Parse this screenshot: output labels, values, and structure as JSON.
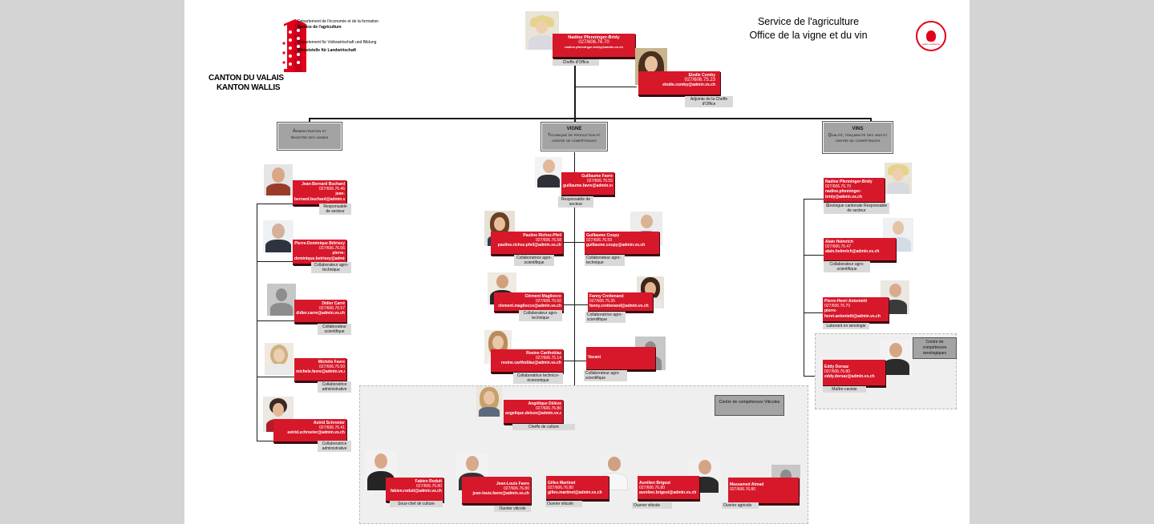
{
  "header": {
    "dept_fr": "Département de l'économie et de la formation",
    "service_fr": "Service de l'agriculture",
    "dept_de": "Departement für Volkswirtschaft und Bildung",
    "service_de": "Dienststelle für Landwirtschaft",
    "canton_fr": "CANTON DU VALAIS",
    "canton_de": "KANTON WALLIS",
    "title1": "Service de l'agriculture",
    "title2": "Office de la vigne et du vin",
    "badge": "valais excellence"
  },
  "colors": {
    "card": "#d7182a",
    "section": "#a3a3a3",
    "role": "#d9d9d9",
    "accent": "#e2001a"
  },
  "head": {
    "chief": {
      "name": "Nadine Pfenninger-Bridy",
      "phone": "027/606.76.70",
      "email": "nadine.pfenninger-bridy@admin.vs.ch",
      "role": "Cheffe d'Office"
    },
    "deputy": {
      "name": "Elodie Comby",
      "phone": "027/606.75.23",
      "email": "elodie.comby@admin.vs.ch",
      "role": "Adjointe de la Cheffe d'Office"
    }
  },
  "sections": {
    "admin": {
      "title": "Administration et",
      "subtitle": "registre des vignes"
    },
    "vigne": {
      "title": "VIGNE",
      "subtitle": "Technique de production et centre de compétences"
    },
    "vins": {
      "title": "VINS",
      "subtitle": "Qualité, traçabilité des vins et centre de compétences"
    }
  },
  "admin_staff": [
    {
      "name": "Jean-Bernard Buchard",
      "phone": "027/606.76.46",
      "email": "jean-bernard.buchard@admin.vs.ch",
      "role": "Responsable de secteur"
    },
    {
      "name": "Pierre-Dominique Bétrisey",
      "phone": "027/606.76.56",
      "email": "pierre-dominique.betrisey@admin.vs.ch",
      "role": "Collaborateur agro-technique"
    },
    {
      "name": "Didier Carré",
      "phone": "027/606.76.57",
      "email": "didier.carre@admin.vs.ch",
      "role": "Collaborateur scientifique"
    },
    {
      "name": "Michèle Favre",
      "phone": "027/606.76.50",
      "email": "michele.favre@admin.vs.ch",
      "role": "Collaboratrice administrative"
    },
    {
      "name": "Astrid Schroeter",
      "phone": "027/606.76.41",
      "email": "astrid.schroeter@admin.vs.ch",
      "role": "Collaboratrice administrative"
    }
  ],
  "vigne_staff": {
    "lead": {
      "name": "Guillaume Favre",
      "phone": "027/606.76.55",
      "email": "guillaume.favre@admin.vs.ch",
      "role": "Responsable de secteur"
    },
    "p1": {
      "name": "Pauline Richoz-Pfeil",
      "phone": "027/606.76.58",
      "email": "pauline.richoz-pfeil@admin.vs.ch",
      "role": "Collaboratrice agro-scientifique"
    },
    "p2": {
      "name": "Guillaume Coupy",
      "phone": "027/606.76.59",
      "email": "guillaume.coupy@admin.vs.ch",
      "role": "Collaborateur agro-technique"
    },
    "p3": {
      "name": "Clément Magliocco",
      "phone": "027/606.76.50",
      "email": "clement.magliocco@admin.vs.ch",
      "role": "Collaborateur agro-technique"
    },
    "p4": {
      "name": "Fanny Crettenand",
      "phone": "027/606.75.35",
      "email": "fanny.crettenand@admin.vs.ch",
      "role": "Collaboratrice agro-scientifique"
    },
    "p5": {
      "name": "Rosine Carthoblaz",
      "phone": "027/606.75.14",
      "email": "rosine.carthoblaz@admin.vs.ch",
      "role": "Collaboratrice technico-économique"
    },
    "p6": {
      "name": "Vacant",
      "role": "Collaborateur agro-scientifique"
    }
  },
  "viticole": {
    "label": "Centre de compétences Viticoles",
    "chef": {
      "name": "Angélique Délèze",
      "phone": "027/606.76.80",
      "email": "angelique.deleze@admin.vs.ch",
      "role": "Cheffe de culture"
    },
    "staff": [
      {
        "name": "Fabien Roduit",
        "phone": "027/606.76.80",
        "email": "fabien.roduit@admin.vs.ch",
        "role": "Sous-chef de culture"
      },
      {
        "name": "Jean-Louis Favre",
        "phone": "027/606.76.80",
        "email": "jean-louis.favre@admin.vs.ch",
        "role": "Ouvrier viticole"
      },
      {
        "name": "Gilles Martinet",
        "phone": "027/606.76.80",
        "email": "gilles.martinet@admin.vs.ch",
        "role": "Ouvrier viticole"
      },
      {
        "name": "Aurélien Brigeut",
        "phone": "027/606.76.80",
        "email": "aurelien.brigeut@admin.vs.ch",
        "role": "Ouvrier viticole"
      },
      {
        "name": "Massamed Atmad",
        "phone": "027/606.76.80",
        "role": "Ouvrier agricole"
      }
    ]
  },
  "vins_staff": [
    {
      "name": "Nadine Pfenninger-Bridy",
      "phone": "027/606.76.70",
      "email": "nadine.pfenninger-bridy@admin.vs.ch",
      "role": "Œnologue cantonale Responsable de secteur"
    },
    {
      "name": "Alain Helmrich",
      "phone": "027/606.76.47",
      "email": "alain.helmrich@admin.vs.ch",
      "role": "Collaborateur agro-scientifique"
    },
    {
      "name": "Pierre-Henri Antonietti",
      "phone": "027/606.76.70",
      "email": "pierre-henri.antonietti@admin.vs.ch",
      "role": "Laborant en œnologie"
    }
  ],
  "oeno": {
    "label": "Centre de compétences œnologiques",
    "staff": {
      "name": "Eddy Dorsaz",
      "phone": "027/606.76.80",
      "email": "eddy.dorsaz@admin.vs.ch",
      "role": "Maître-caviste"
    }
  }
}
